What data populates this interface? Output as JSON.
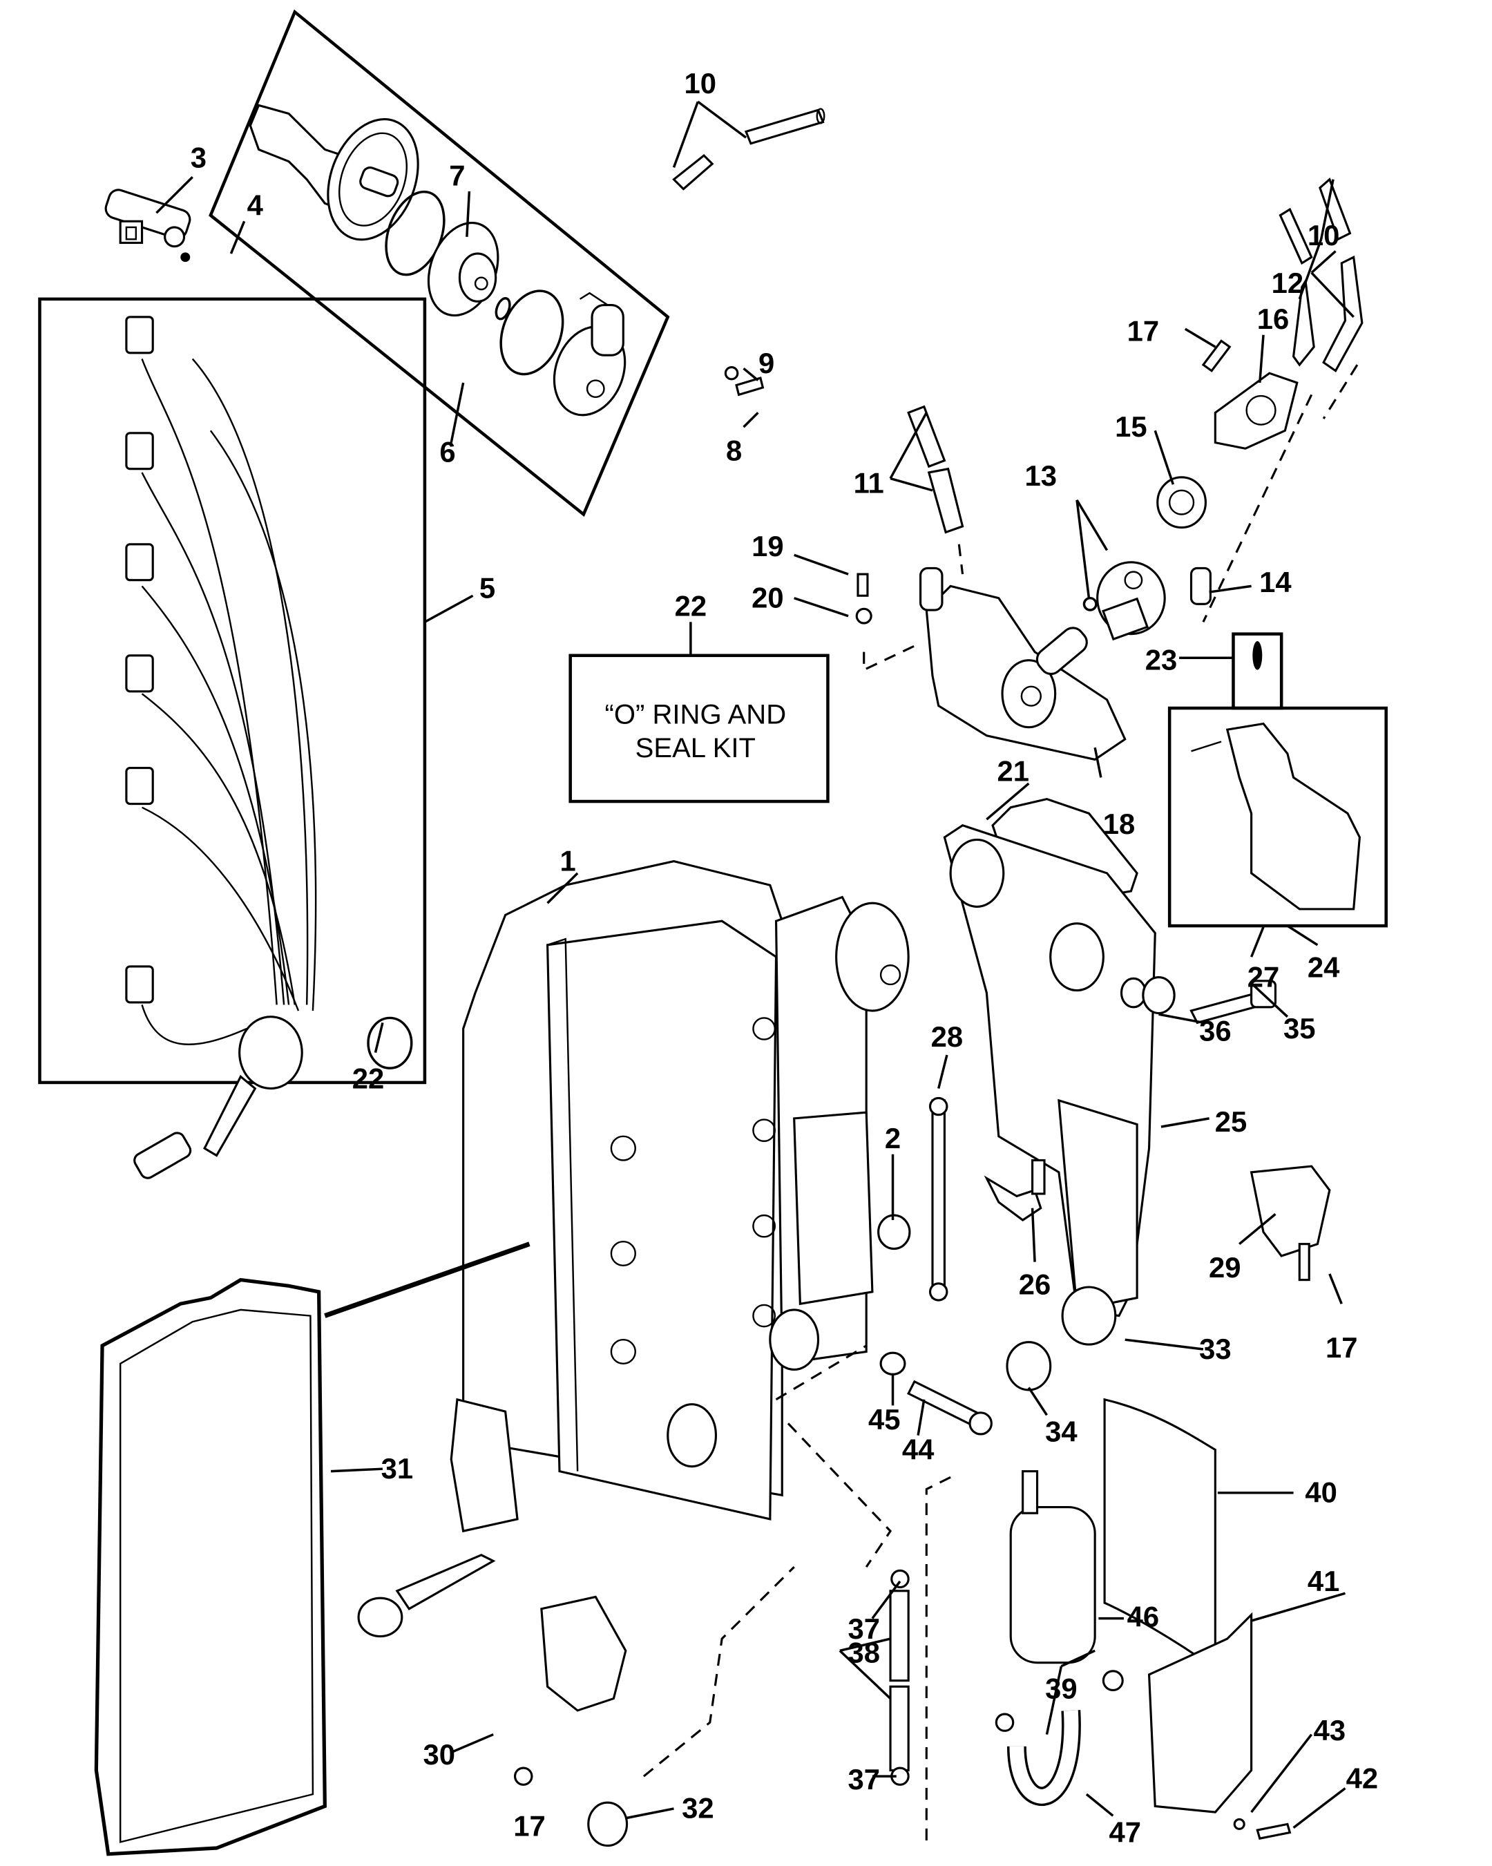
{
  "diagram": {
    "title": "Fuel injection components exploded view",
    "kit_box": {
      "callout": "22",
      "line1": "“O” RING AND",
      "line2": "SEAL KIT"
    },
    "callouts": [
      {
        "id": "c1",
        "text": "1"
      },
      {
        "id": "c2",
        "text": "2"
      },
      {
        "id": "c3",
        "text": "3"
      },
      {
        "id": "c4",
        "text": "4"
      },
      {
        "id": "c5",
        "text": "5"
      },
      {
        "id": "c6",
        "text": "6"
      },
      {
        "id": "c7",
        "text": "7"
      },
      {
        "id": "c8",
        "text": "8"
      },
      {
        "id": "c9",
        "text": "9"
      },
      {
        "id": "c10a",
        "text": "10"
      },
      {
        "id": "c10b",
        "text": "10"
      },
      {
        "id": "c11",
        "text": "11"
      },
      {
        "id": "c12",
        "text": "12"
      },
      {
        "id": "c13",
        "text": "13"
      },
      {
        "id": "c14",
        "text": "14"
      },
      {
        "id": "c15",
        "text": "15"
      },
      {
        "id": "c16",
        "text": "16"
      },
      {
        "id": "c17a",
        "text": "17"
      },
      {
        "id": "c17b",
        "text": "17"
      },
      {
        "id": "c17c",
        "text": "17"
      },
      {
        "id": "c18",
        "text": "18"
      },
      {
        "id": "c19",
        "text": "19"
      },
      {
        "id": "c20",
        "text": "20"
      },
      {
        "id": "c21",
        "text": "21"
      },
      {
        "id": "c22b",
        "text": "22"
      },
      {
        "id": "c23",
        "text": "23"
      },
      {
        "id": "c24",
        "text": "24"
      },
      {
        "id": "c25",
        "text": "25"
      },
      {
        "id": "c26",
        "text": "26"
      },
      {
        "id": "c27",
        "text": "27"
      },
      {
        "id": "c28",
        "text": "28"
      },
      {
        "id": "c29",
        "text": "29"
      },
      {
        "id": "c30",
        "text": "30"
      },
      {
        "id": "c31",
        "text": "31"
      },
      {
        "id": "c32",
        "text": "32"
      },
      {
        "id": "c33",
        "text": "33"
      },
      {
        "id": "c34",
        "text": "34"
      },
      {
        "id": "c35",
        "text": "35"
      },
      {
        "id": "c36",
        "text": "36"
      },
      {
        "id": "c37a",
        "text": "37"
      },
      {
        "id": "c37b",
        "text": "37"
      },
      {
        "id": "c38",
        "text": "38"
      },
      {
        "id": "c39",
        "text": "39"
      },
      {
        "id": "c40",
        "text": "40"
      },
      {
        "id": "c41",
        "text": "41"
      },
      {
        "id": "c42",
        "text": "42"
      },
      {
        "id": "c43",
        "text": "43"
      },
      {
        "id": "c44",
        "text": "44"
      },
      {
        "id": "c45",
        "text": "45"
      },
      {
        "id": "c46",
        "text": "46"
      },
      {
        "id": "c47",
        "text": "47"
      }
    ]
  }
}
